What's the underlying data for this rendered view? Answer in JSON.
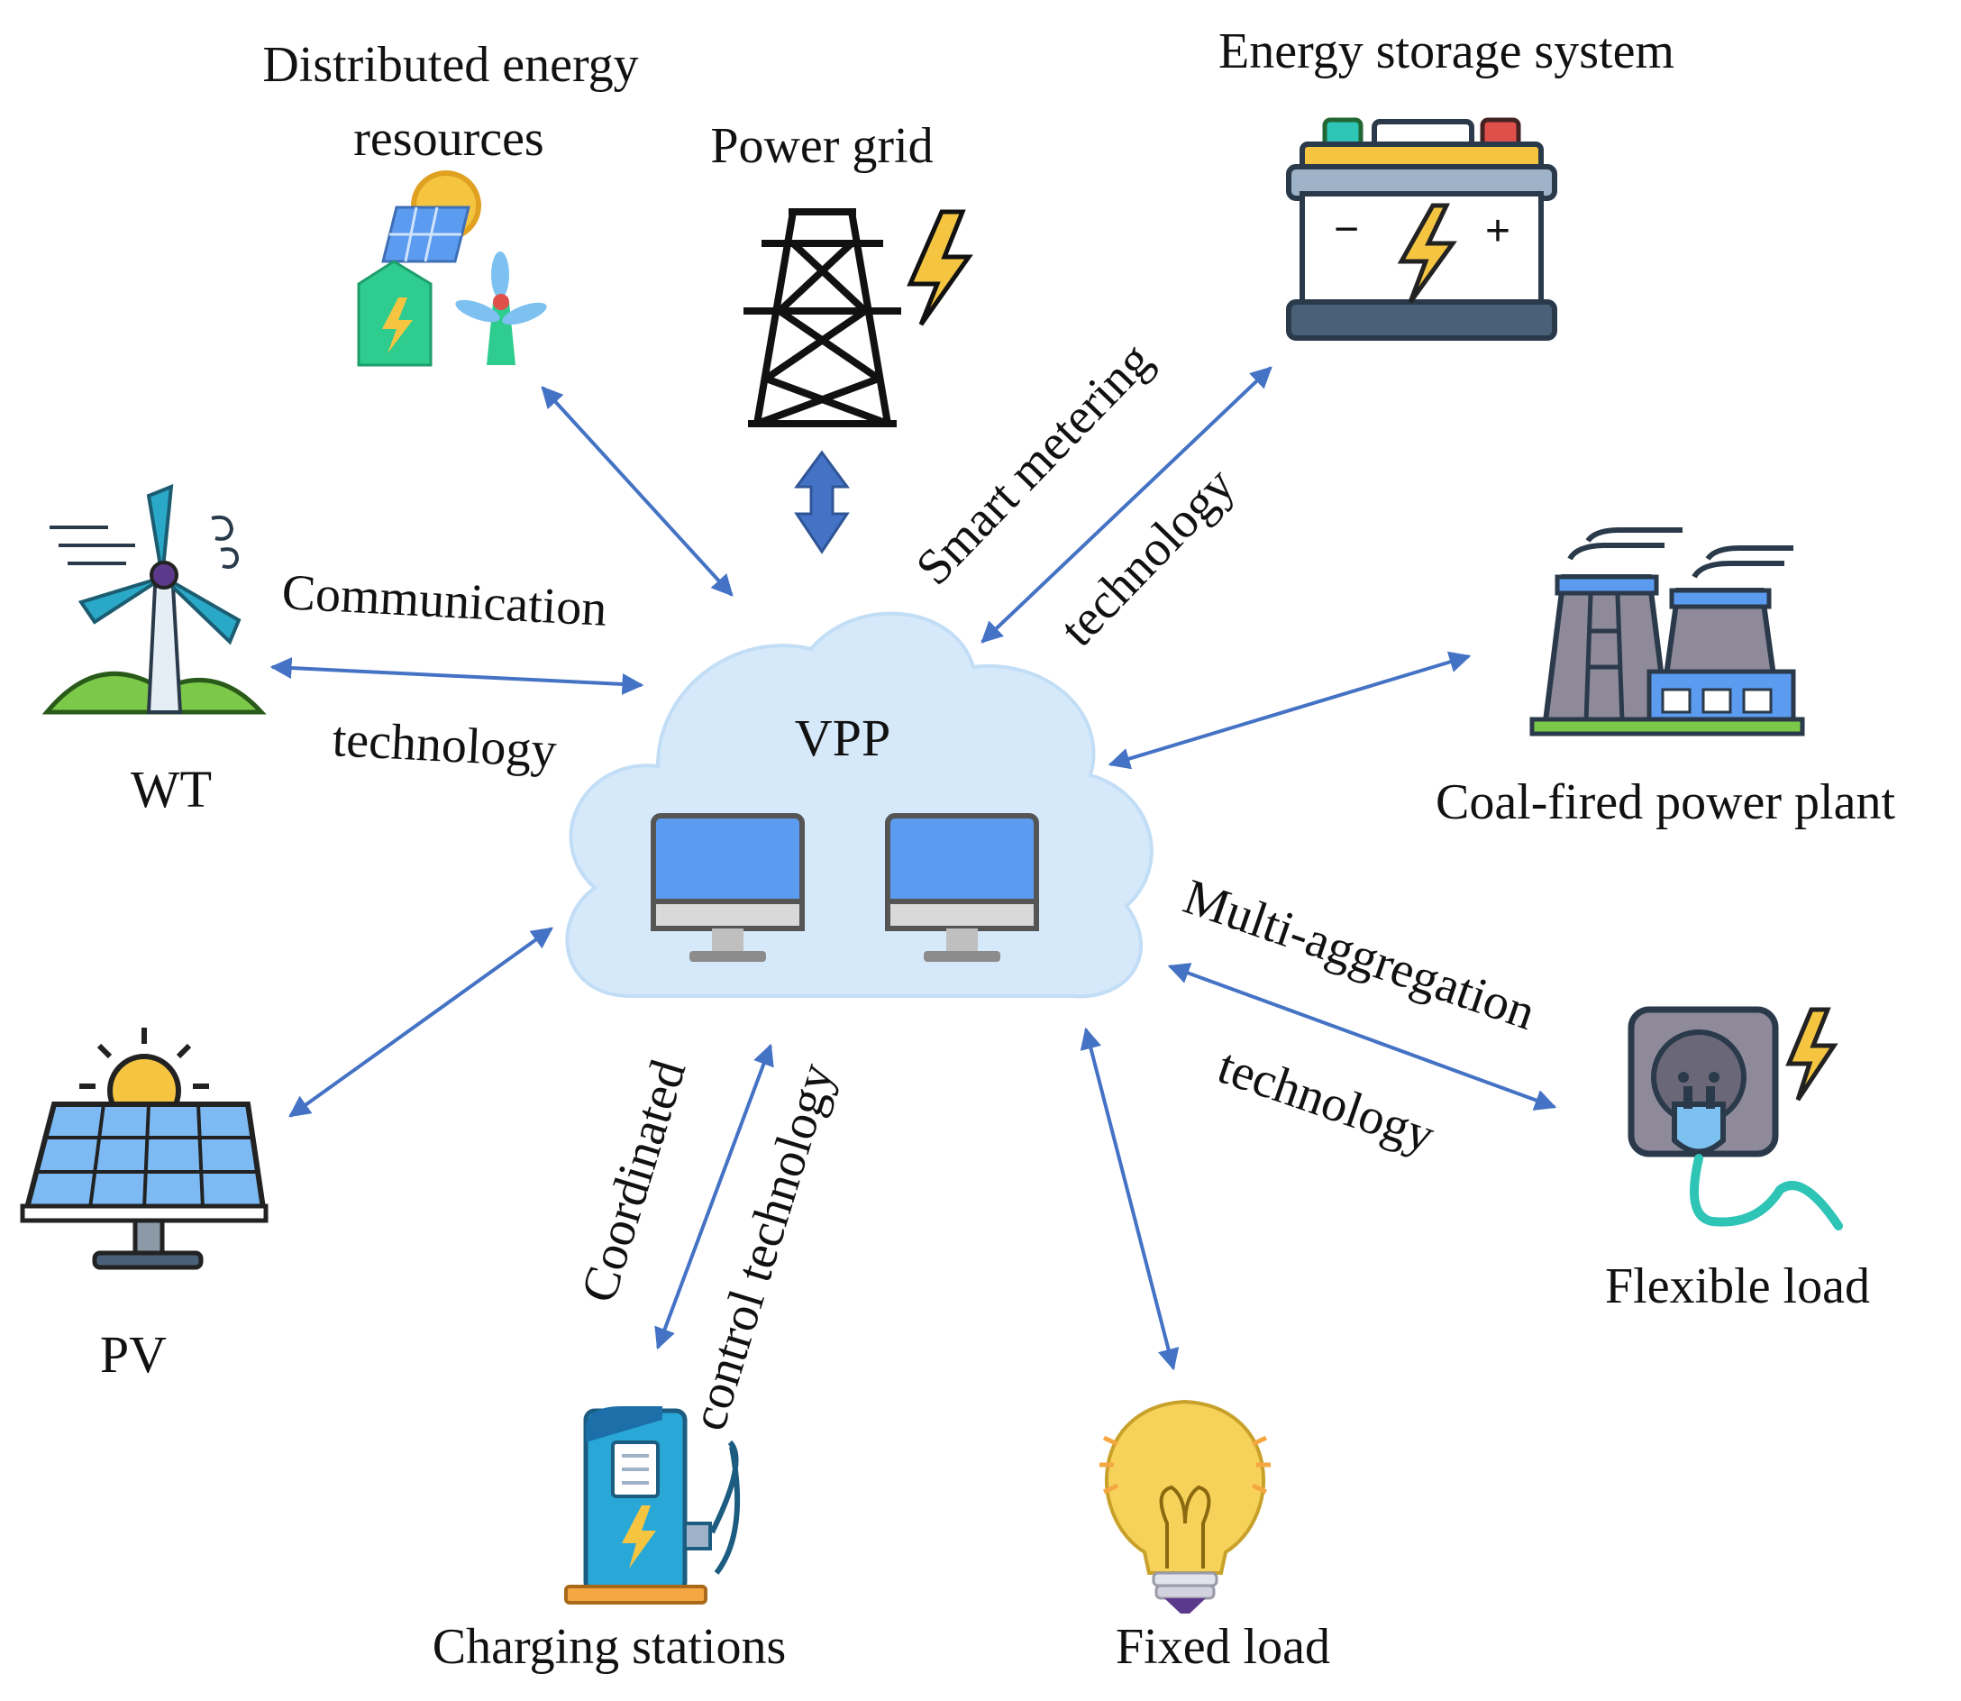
{
  "center": {
    "label": "VPP"
  },
  "nodes": {
    "der": {
      "line1": "Distributed energy",
      "line2": "resources"
    },
    "grid": {
      "label": "Power grid"
    },
    "storage": {
      "label": "Energy storage system"
    },
    "coal": {
      "label": "Coal-fired power plant"
    },
    "wt": {
      "label": "WT"
    },
    "pv": {
      "label": "PV"
    },
    "flex": {
      "label": "Flexible load"
    },
    "charging": {
      "label": "Charging stations"
    },
    "fixed": {
      "label": "Fixed load"
    }
  },
  "annotations": {
    "comm_1": "Communication",
    "comm_2": "technology",
    "smart_1": "Smart metering",
    "smart_2": "technology",
    "multi_1": "Multi-aggregation",
    "multi_2": "technology",
    "coord_1": "Coordinated",
    "coord_2": "control technology"
  },
  "colors": {
    "arrow": "#4472C4",
    "cloud": "#D6E9FA",
    "screen": "#5B9BF0",
    "accent_green": "#2ECC8F",
    "accent_yellow": "#F5C542"
  }
}
